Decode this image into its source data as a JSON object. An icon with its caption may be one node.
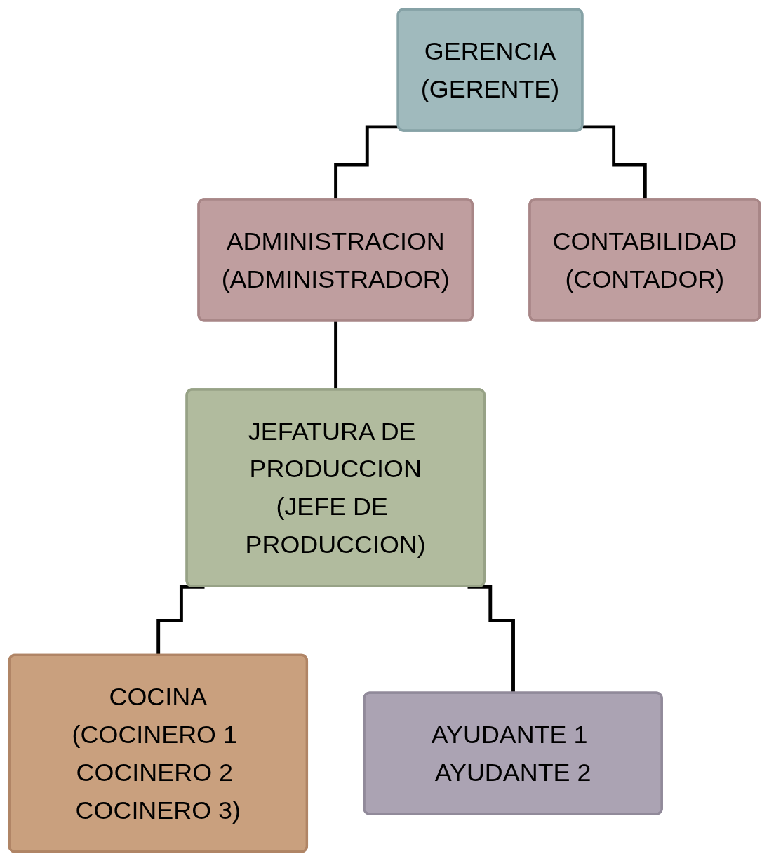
{
  "diagram": {
    "nodes": [
      {
        "text": [
          "GERENCIA",
          "(GERENTE)"
        ]
      },
      {
        "text": [
          "ADMINISTRACION",
          "(ADMINISTRADOR)"
        ]
      },
      {
        "text": [
          "CONTABILIDAD",
          "(CONTADOR)"
        ]
      },
      {
        "text": [
          "JEFATURA DE PRODUCCION",
          "(JEFE DE PRODUCCION)"
        ]
      },
      {
        "text": [
          "COCINA",
          "(COCINERO 1 COCINERO 2 COCINERO 3)"
        ]
      },
      {
        "text": [
          "AYUDANTE 1 AYUDANTE 2"
        ]
      }
    ],
    "edges": [
      {
        "from": 0,
        "to": 1,
        "arrow": "none"
      },
      {
        "from": 0,
        "to": 2,
        "arrow": "none"
      },
      {
        "from": 1,
        "to": 3,
        "arrow": "none"
      },
      {
        "from": 3,
        "to": 4,
        "arrow": "none"
      },
      {
        "from": 3,
        "to": 5,
        "arrow": "none"
      }
    ]
  }
}
